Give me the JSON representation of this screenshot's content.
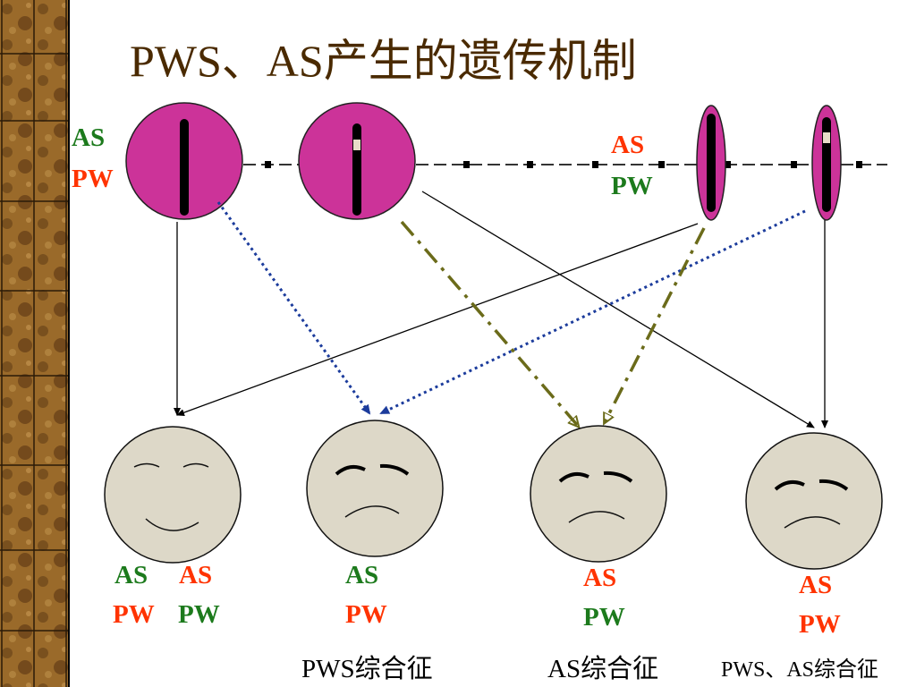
{
  "title": "PWS、AS产生的遗传机制",
  "colors": {
    "green": "#1c7a1c",
    "red": "#ff3300",
    "magenta": "#cc3399",
    "face": "#ddd8c8",
    "blue_dotted": "#1c3c9c",
    "olive_dashdot": "#6b6b1a",
    "title": "#4a2a00"
  },
  "parents": {
    "left_labels": {
      "as": "AS",
      "pw": "PW"
    },
    "right_labels": {
      "as": "AS",
      "pw": "PW"
    }
  },
  "children": [
    {
      "id": "normal",
      "expression": "smile",
      "labels": [
        "AS",
        "AS",
        "PW",
        "PW"
      ],
      "caption": ""
    },
    {
      "id": "pws",
      "expression": "sad",
      "labels": [
        "AS",
        "PW"
      ],
      "caption": "PWS综合征"
    },
    {
      "id": "as",
      "expression": "sad",
      "labels": [
        "AS",
        "PW"
      ],
      "caption": "AS综合征"
    },
    {
      "id": "pws-as",
      "expression": "sad",
      "labels": [
        "AS",
        "PW"
      ],
      "caption": "PWS、AS综合征"
    }
  ]
}
